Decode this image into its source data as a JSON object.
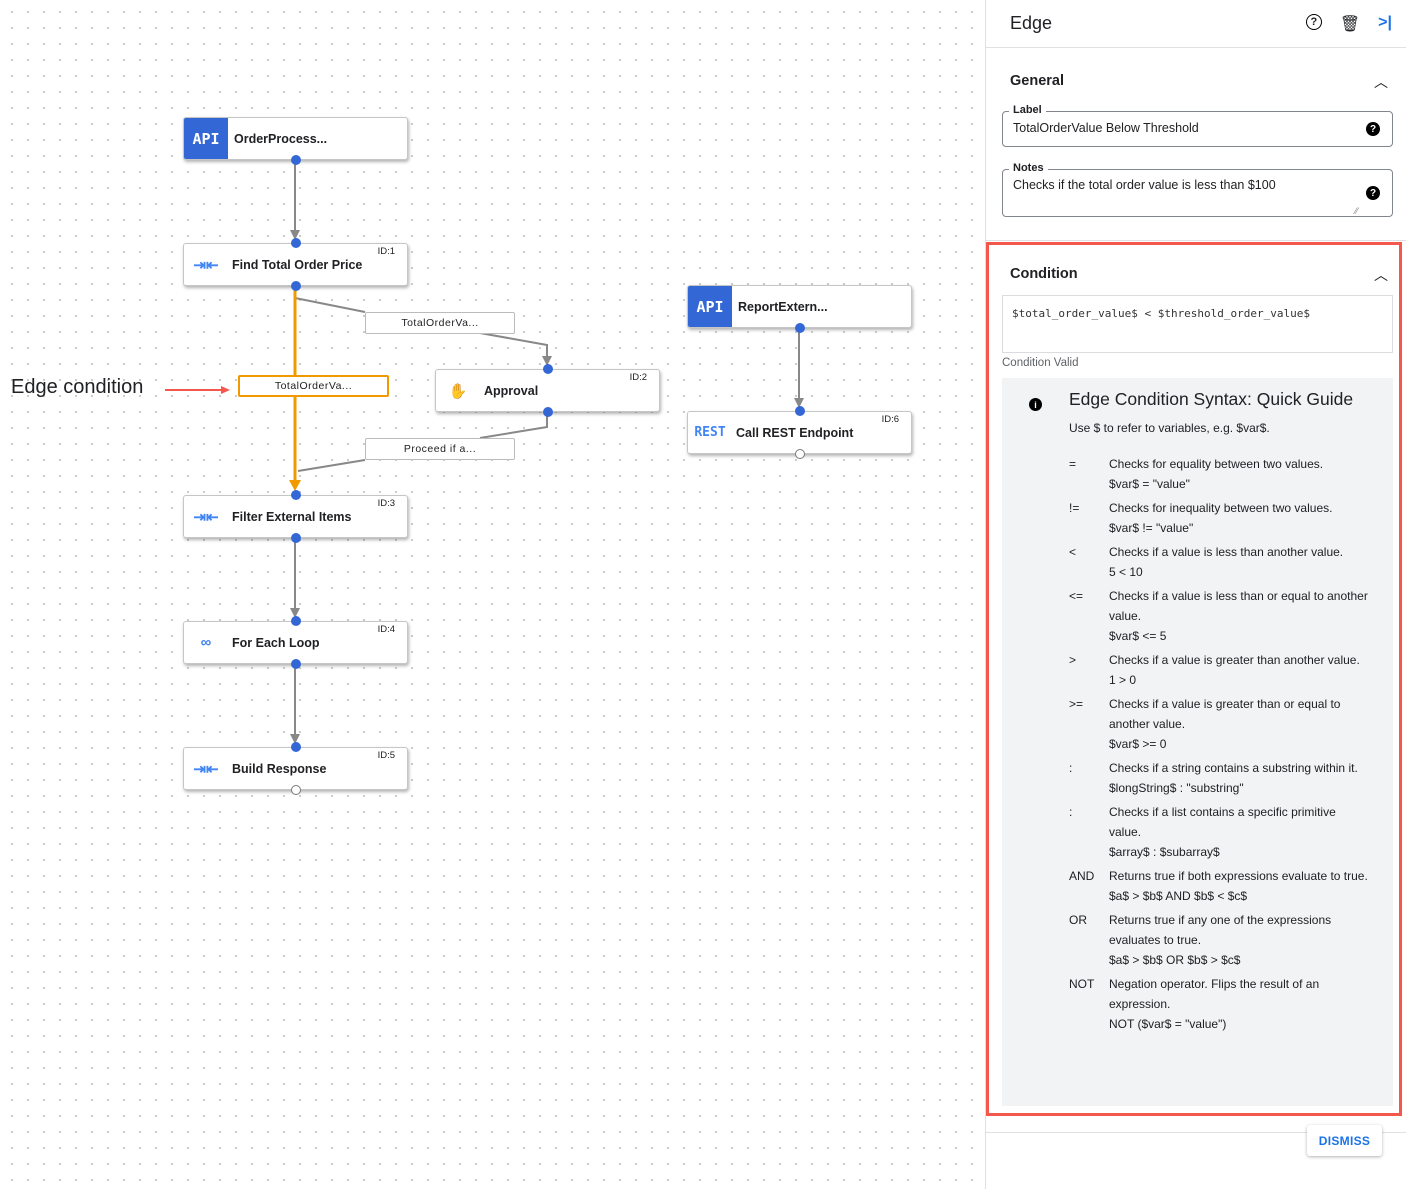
{
  "canvas": {
    "annotation": "Edge condition",
    "nodes": [
      {
        "title": "OrderProcess...",
        "icon": "api-icon",
        "icon_text": "API",
        "id": ""
      },
      {
        "title": "Find Total Order Price",
        "icon": "data-mapping-icon",
        "id": "ID:1"
      },
      {
        "title": "Approval",
        "icon": "hand-icon",
        "id": "ID:2"
      },
      {
        "title": "Filter External Items",
        "icon": "data-mapping-icon",
        "id": "ID:3"
      },
      {
        "title": "For Each Loop",
        "icon": "loop-icon",
        "id": "ID:4"
      },
      {
        "title": "Build Response",
        "icon": "data-mapping-icon",
        "id": "ID:5"
      },
      {
        "title": "ReportExtern...",
        "icon": "api-icon",
        "icon_text": "API",
        "id": ""
      },
      {
        "title": "Call REST Endpoint",
        "icon": "rest-icon",
        "icon_text": "REST",
        "id": "ID:6"
      }
    ],
    "edge_labels": [
      "TotalOrderVa...",
      "TotalOrderVa...",
      "Proceed if a..."
    ],
    "colors": {
      "selected_edge": "#f29900",
      "edge": "#888888",
      "port": "#3367d6",
      "annotation_arrow": "#f4584c"
    }
  },
  "panel": {
    "title": "Edge",
    "general": {
      "title": "General",
      "label_label": "Label",
      "label_value": "TotalOrderValue Below Threshold",
      "notes_label": "Notes",
      "notes_value": "Checks if the total order value is less than $100"
    },
    "condition": {
      "title": "Condition",
      "value": "$total_order_value$ < $threshold_order_value$",
      "status": "Condition Valid"
    },
    "guide": {
      "title": "Edge Condition Syntax: Quick Guide",
      "subtitle": "Use $ to refer to variables, e.g. $var$.",
      "rows": [
        {
          "op": "=",
          "desc": "Checks for equality between two values.",
          "ex": "$var$ = \"value\""
        },
        {
          "op": "!=",
          "desc": "Checks for inequality between two values.",
          "ex": "$var$ != \"value\""
        },
        {
          "op": "<",
          "desc": "Checks if a value is less than another value.",
          "ex": "5 < 10"
        },
        {
          "op": "<=",
          "desc": "Checks if a value is less than or equal to another value.",
          "ex": "$var$ <= 5"
        },
        {
          "op": ">",
          "desc": "Checks if a value is greater than another value.",
          "ex": "1 > 0"
        },
        {
          "op": ">=",
          "desc": "Checks if a value is greater than or equal to another value.",
          "ex": "$var$ >= 0"
        },
        {
          "op": ":",
          "desc": "Checks if a string contains a substring within it.",
          "ex": "$longString$ : \"substring\""
        },
        {
          "op": ":",
          "desc": "Checks if a list contains a specific primitive value.",
          "ex": "$array$ : $subarray$"
        },
        {
          "op": "AND",
          "desc": "Returns true if both expressions evaluate to true.",
          "ex": "$a$ > $b$ AND $b$ < $c$"
        },
        {
          "op": "OR",
          "desc": "Returns true if any one of the expressions evaluates to true.",
          "ex": "$a$ > $b$ OR $b$ > $c$"
        },
        {
          "op": "NOT",
          "desc": "Negation operator. Flips the result of an expression.",
          "ex": "NOT ($var$ = \"value\")"
        }
      ]
    },
    "dismiss": "DISMISS"
  }
}
